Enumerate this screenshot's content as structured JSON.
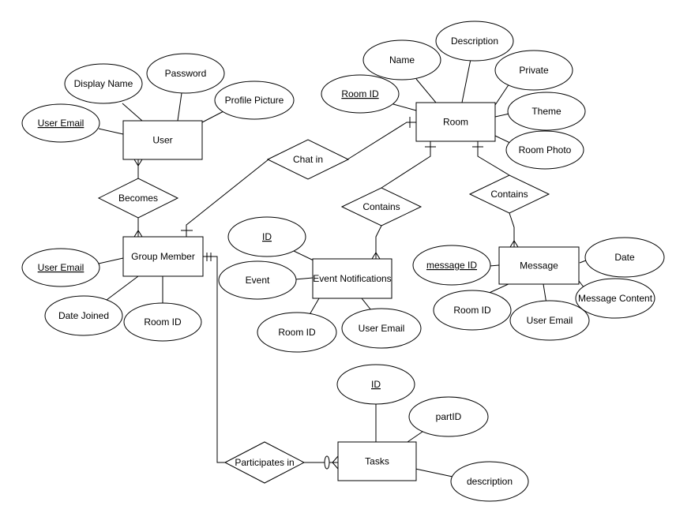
{
  "entities": {
    "user": "User",
    "room": "Room",
    "group_member": "Group Member",
    "event_notifications": "Event Notifications",
    "message": "Message",
    "tasks": "Tasks"
  },
  "relationships": {
    "chat_in": "Chat in",
    "becomes": "Becomes",
    "contains_events": "Contains",
    "contains_messages": "Contains",
    "participates_in": "Participates in"
  },
  "attributes": {
    "user_email": "User Email",
    "display_name": "Display Name",
    "password": "Password",
    "profile_picture": "Profile Picture",
    "room_id_key": "Room ID",
    "room_name": "Name",
    "room_description": "Description",
    "room_private": "Private",
    "room_theme": "Theme",
    "room_photo": "Room Photo",
    "gm_user_email": "User Email",
    "gm_date_joined": "Date Joined",
    "gm_room_id": "Room ID",
    "event_id": "ID",
    "event_event": "Event",
    "event_room_id": "Room ID",
    "event_user_email": "User Email",
    "message_id": "message ID",
    "message_date": "Date",
    "message_content": "Message Content",
    "message_room_id": "Room ID",
    "message_user_email": "User Email",
    "task_id": "ID",
    "task_part_id": "partID",
    "task_description": "description"
  },
  "colors": {
    "stroke": "#000000",
    "fill": "#ffffff"
  }
}
